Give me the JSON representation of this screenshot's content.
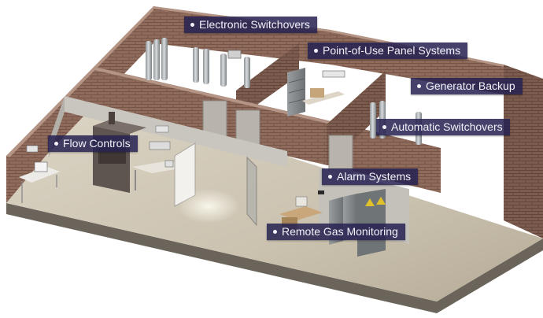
{
  "callouts": {
    "electronic_switchovers": "Electronic Switchovers",
    "point_of_use_panel_systems": "Point-of-Use Panel Systems",
    "generator_backup": "Generator Backup",
    "automatic_switchovers": "Automatic Switchovers",
    "flow_controls": "Flow Controls",
    "alarm_systems": "Alarm Systems",
    "remote_gas_monitoring": "Remote Gas Monitoring"
  },
  "colors": {
    "callout_bg": "#262252",
    "callout_text": "#f2f2f8",
    "brick": "#8e6a5b",
    "floor": "#cfc7b6",
    "partition": "#c4c1bb"
  }
}
